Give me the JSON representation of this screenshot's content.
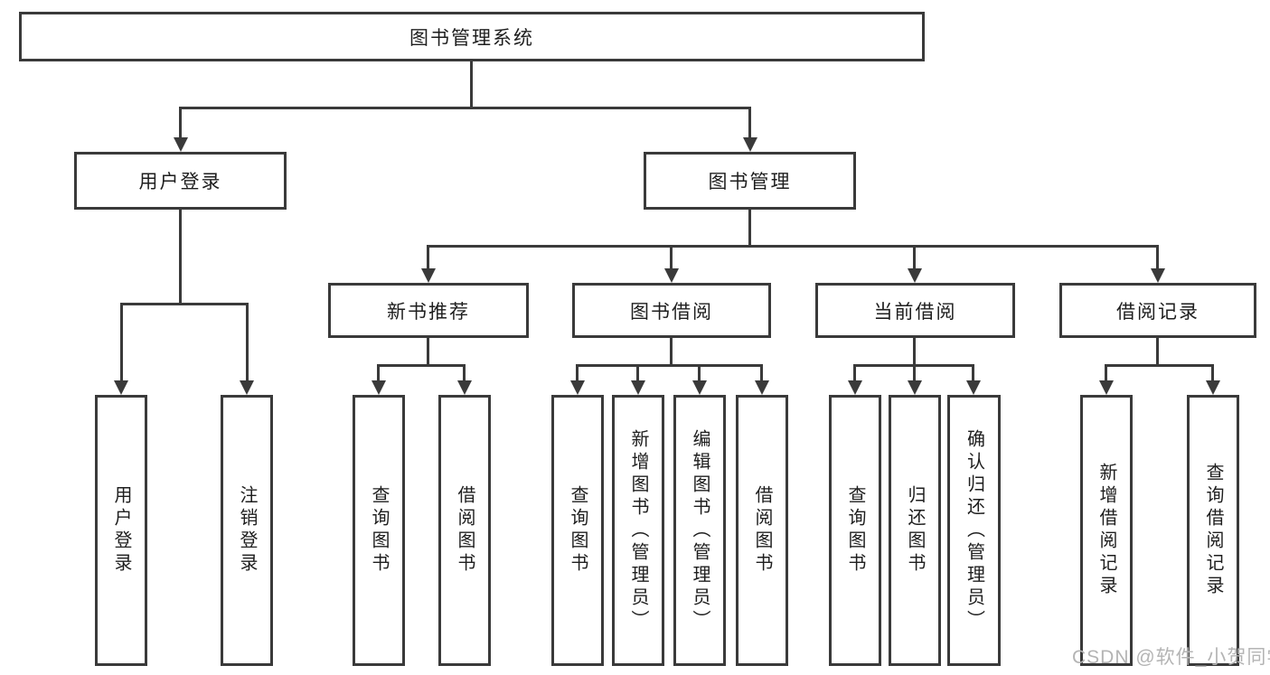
{
  "colors": {
    "line": "#3a3a3a",
    "text": "#1e1e1e",
    "background": "#ffffff",
    "watermark": "#b4b4b4"
  },
  "nodes": {
    "root": {
      "label": "图书管理系统"
    },
    "branches": [
      {
        "label": "用户登录"
      },
      {
        "label": "图书管理"
      }
    ],
    "modules": [
      {
        "label": "新书推荐"
      },
      {
        "label": "图书借阅"
      },
      {
        "label": "当前借阅"
      },
      {
        "label": "借阅记录"
      }
    ],
    "leaves": [
      {
        "label": "用户登录"
      },
      {
        "label": "注销登录"
      },
      {
        "label": "查询图书"
      },
      {
        "label": "借阅图书"
      },
      {
        "label": "查询图书"
      },
      {
        "label": "新增图书（管理员）"
      },
      {
        "label": "编辑图书（管理员）"
      },
      {
        "label": "借阅图书"
      },
      {
        "label": "查询图书"
      },
      {
        "label": "归还图书"
      },
      {
        "label": "确认归还（管理员）"
      },
      {
        "label": "新增借阅记录"
      },
      {
        "label": "查询借阅记录"
      }
    ]
  },
  "watermark": {
    "text": "CSDN @软件_小贺同学"
  }
}
